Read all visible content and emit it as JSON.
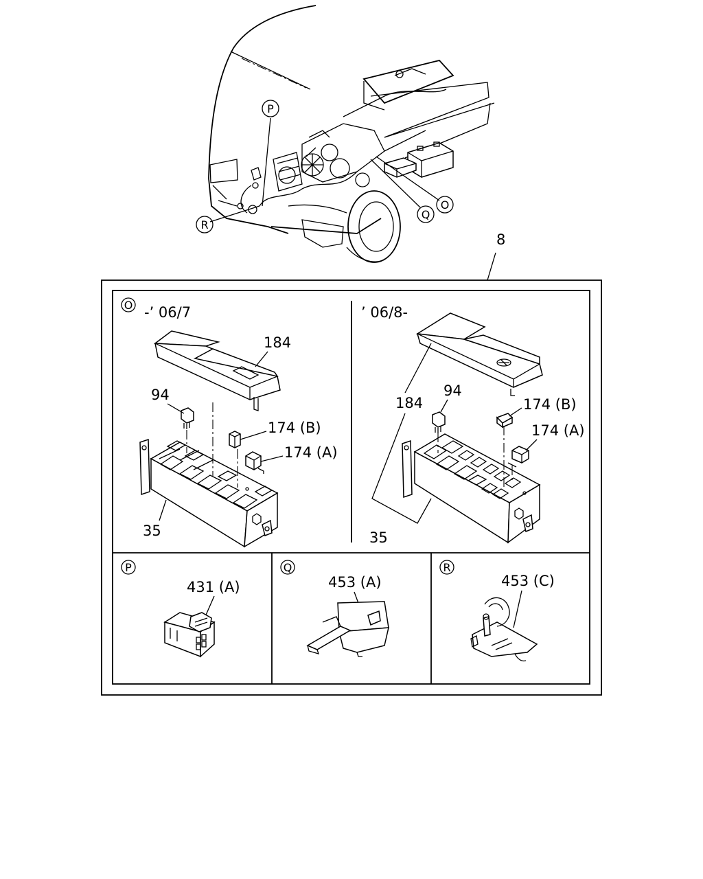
{
  "truck_callouts": {
    "P": "P",
    "Q": "Q",
    "O": "O",
    "R": "R"
  },
  "assembly_number": "8",
  "panel_O": {
    "circle_label": "O",
    "left": {
      "period": "-’ 06/7",
      "labels": {
        "cover": "184",
        "fuse": "94",
        "relay_b": "174 (B)",
        "relay_a": "174 (A)",
        "box": "35"
      }
    },
    "right": {
      "period": "’ 06/8-",
      "labels": {
        "cover": "184",
        "fuse": "94",
        "relay_b": "174 (B)",
        "relay_a": "174 (A)",
        "box": "35"
      }
    }
  },
  "panel_P": {
    "circle_label": "P",
    "part": "431 (A)"
  },
  "panel_Q": {
    "circle_label": "Q",
    "part": "453 (A)"
  },
  "panel_R": {
    "circle_label": "R",
    "part": "453 (C)"
  }
}
